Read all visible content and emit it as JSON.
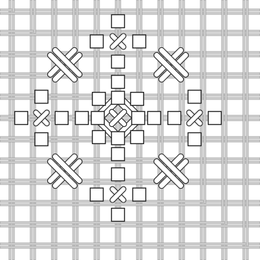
{
  "diagram": {
    "kind": "needlepoint-stitch-chart",
    "colors": {
      "background": "#ffffff",
      "thread_fill": "#d4d4d4",
      "thread_edge": "#8a8a8a",
      "stitch_fill": "#ffffff",
      "stitch_outline": "#2b2b2b",
      "hole_outline": "#1e1e1e"
    },
    "motifs": [
      {
        "name": "center-diamond",
        "type": "diamond-eyelet"
      },
      {
        "name": "corner-cross-top-left",
        "type": "double-cross"
      },
      {
        "name": "corner-cross-top-right",
        "type": "double-cross"
      },
      {
        "name": "corner-cross-bottom-left",
        "type": "double-cross"
      },
      {
        "name": "corner-cross-bottom-right",
        "type": "double-cross"
      },
      {
        "name": "arm-cross-top",
        "type": "small-cross"
      },
      {
        "name": "arm-cross-bottom",
        "type": "small-cross"
      },
      {
        "name": "arm-cross-left",
        "type": "small-cross"
      },
      {
        "name": "arm-cross-right",
        "type": "small-cross"
      }
    ],
    "open_squares": 28
  }
}
